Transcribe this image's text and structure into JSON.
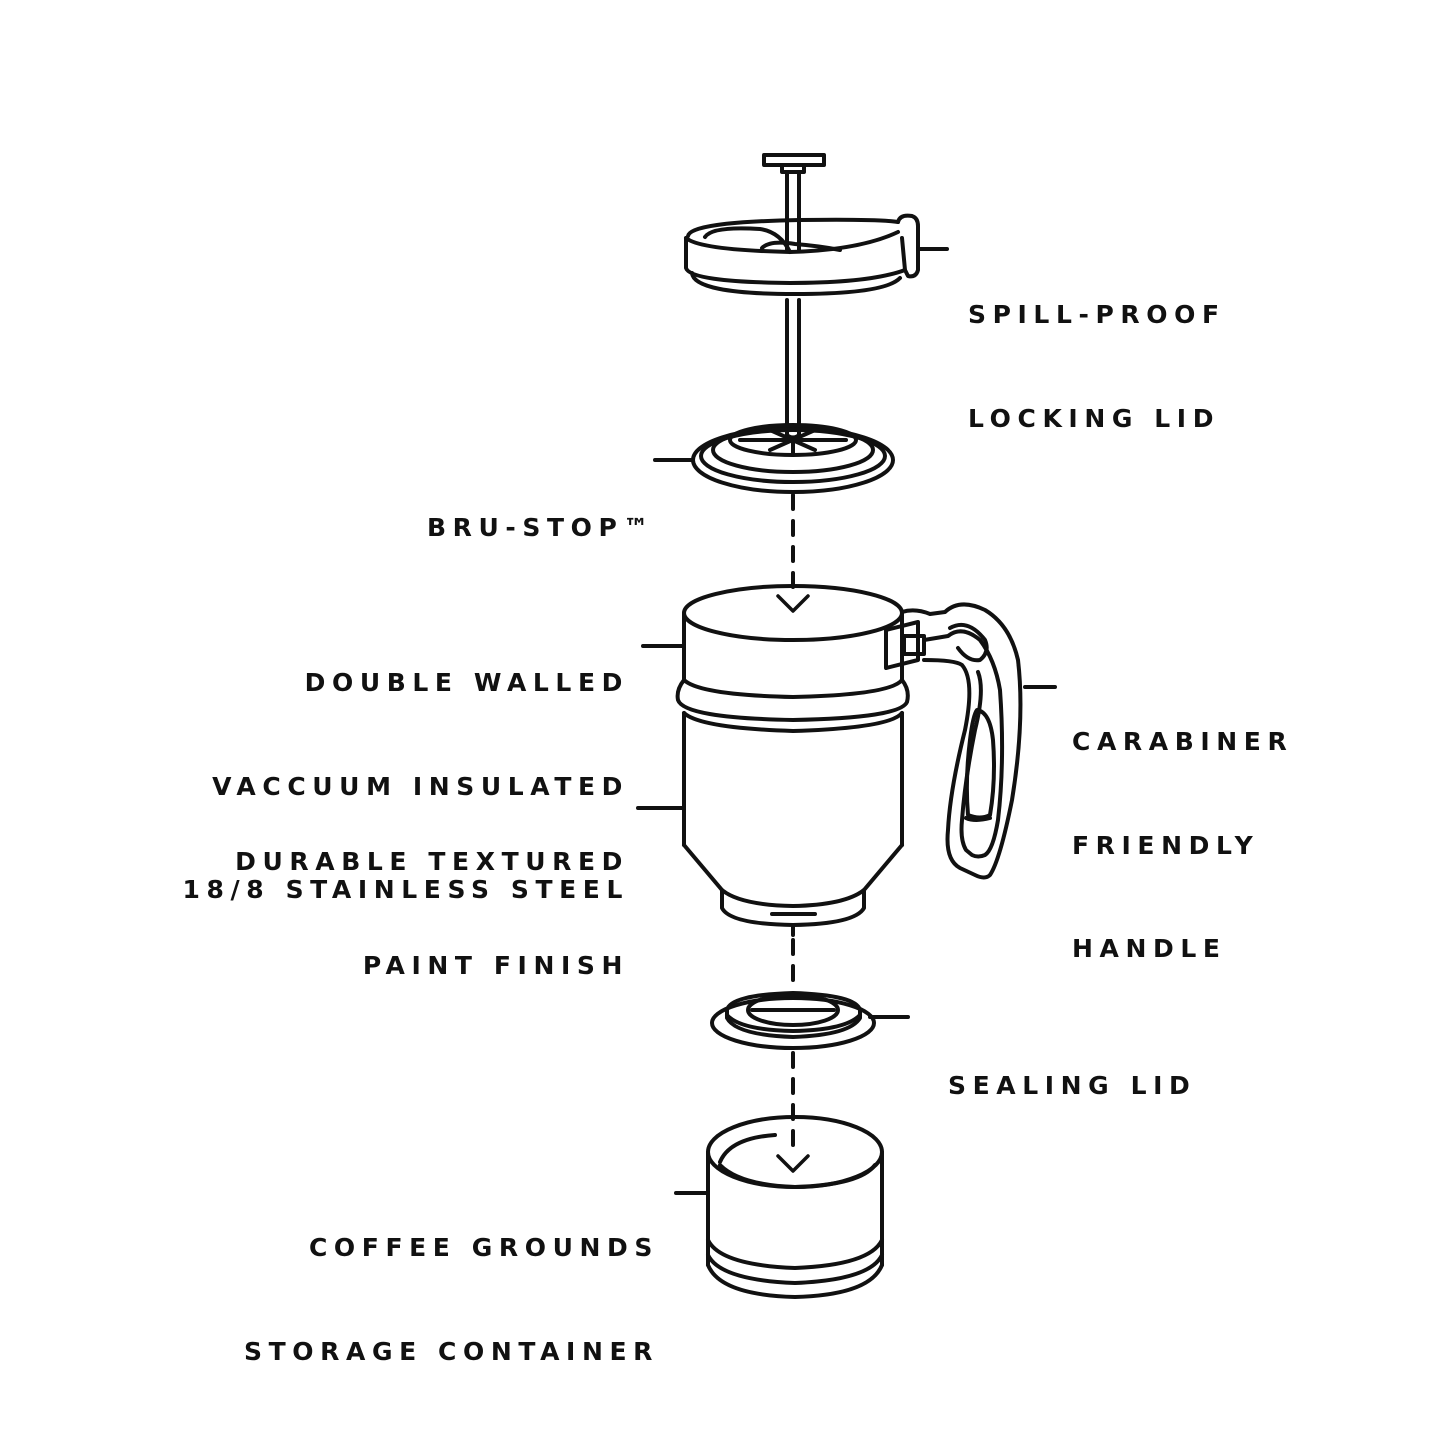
{
  "diagram": {
    "title": "",
    "colors": {
      "stroke": "#111111",
      "background": "#ffffff"
    },
    "components": [
      {
        "id": "lid",
        "lines": [
          "SPILL-PROOF",
          "LOCKING LID"
        ]
      },
      {
        "id": "filter",
        "lines": [
          "BRU-STOP™"
        ]
      },
      {
        "id": "body",
        "lines": [
          "DOUBLE WALLED",
          "VACCUUM INSULATED",
          "18/8 STAINLESS STEEL"
        ]
      },
      {
        "id": "finish",
        "lines": [
          "DURABLE TEXTURED",
          "PAINT FINISH"
        ]
      },
      {
        "id": "handle",
        "lines": [
          "CARABINER",
          "FRIENDLY",
          "HANDLE"
        ]
      },
      {
        "id": "sealing-lid",
        "lines": [
          "SEALING LID"
        ]
      },
      {
        "id": "container",
        "lines": [
          "COFFEE GROUNDS",
          "STORAGE CONTAINER"
        ]
      }
    ]
  }
}
